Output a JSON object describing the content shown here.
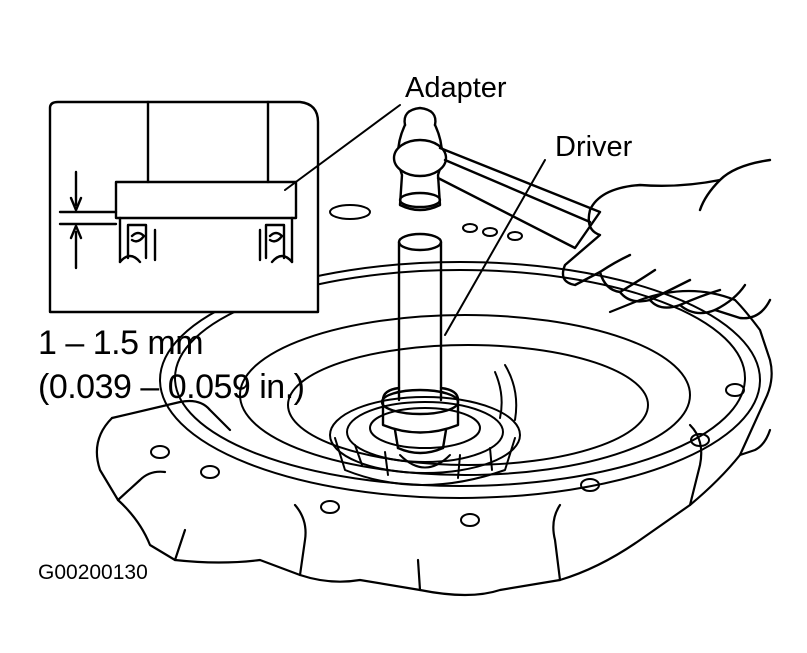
{
  "labels": {
    "adapter": "Adapter",
    "driver": "Driver",
    "dimension_metric": "1 – 1.5 mm",
    "dimension_imperial": "(0.039 – 0.059 in.)",
    "figure_code": "G00200130"
  },
  "colors": {
    "ink": "#000000",
    "paper": "#ffffff"
  }
}
